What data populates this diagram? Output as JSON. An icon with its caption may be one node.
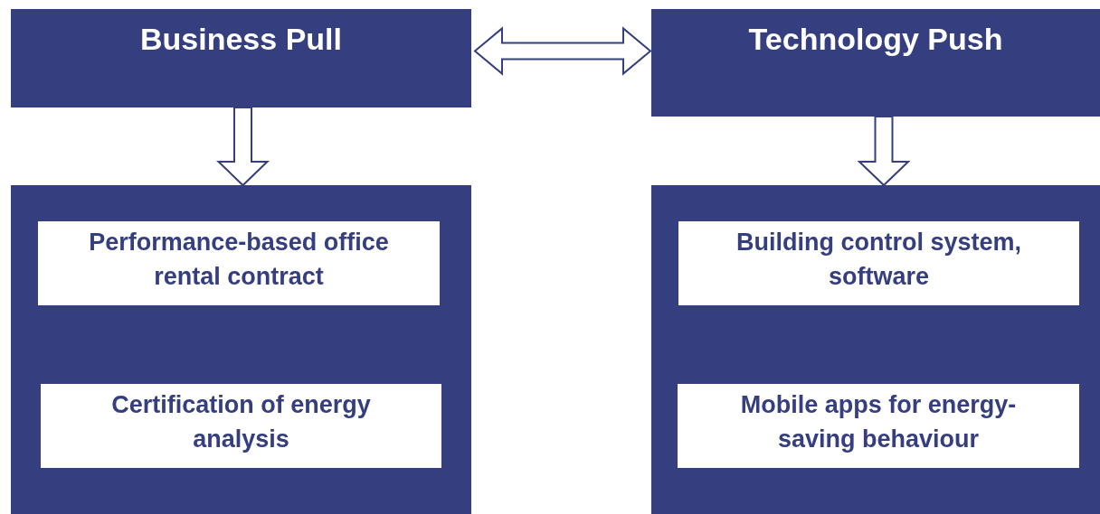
{
  "diagram": {
    "nodes": [
      {
        "text": [
          "Business Pull"
        ]
      },
      {
        "text": [
          "Technology Push"
        ]
      },
      {
        "text": [],
        "shape": "box"
      },
      {
        "text": [
          "Performance-based office rental contract"
        ],
        "in": 2
      },
      {
        "text": [
          "Certification of energy analysis"
        ],
        "in": 2
      },
      {
        "text": [],
        "shape": "box"
      },
      {
        "text": [
          "Building control system, software"
        ],
        "in": 5
      },
      {
        "text": [
          "Mobile apps for energy-saving behaviour"
        ],
        "in": 5
      }
    ],
    "edges": [
      {
        "from": 0,
        "to": 1,
        "arrow": "both"
      },
      {
        "from": 0,
        "to": 2,
        "arrow": "to"
      },
      {
        "from": 1,
        "to": 5,
        "arrow": "to"
      }
    ]
  }
}
